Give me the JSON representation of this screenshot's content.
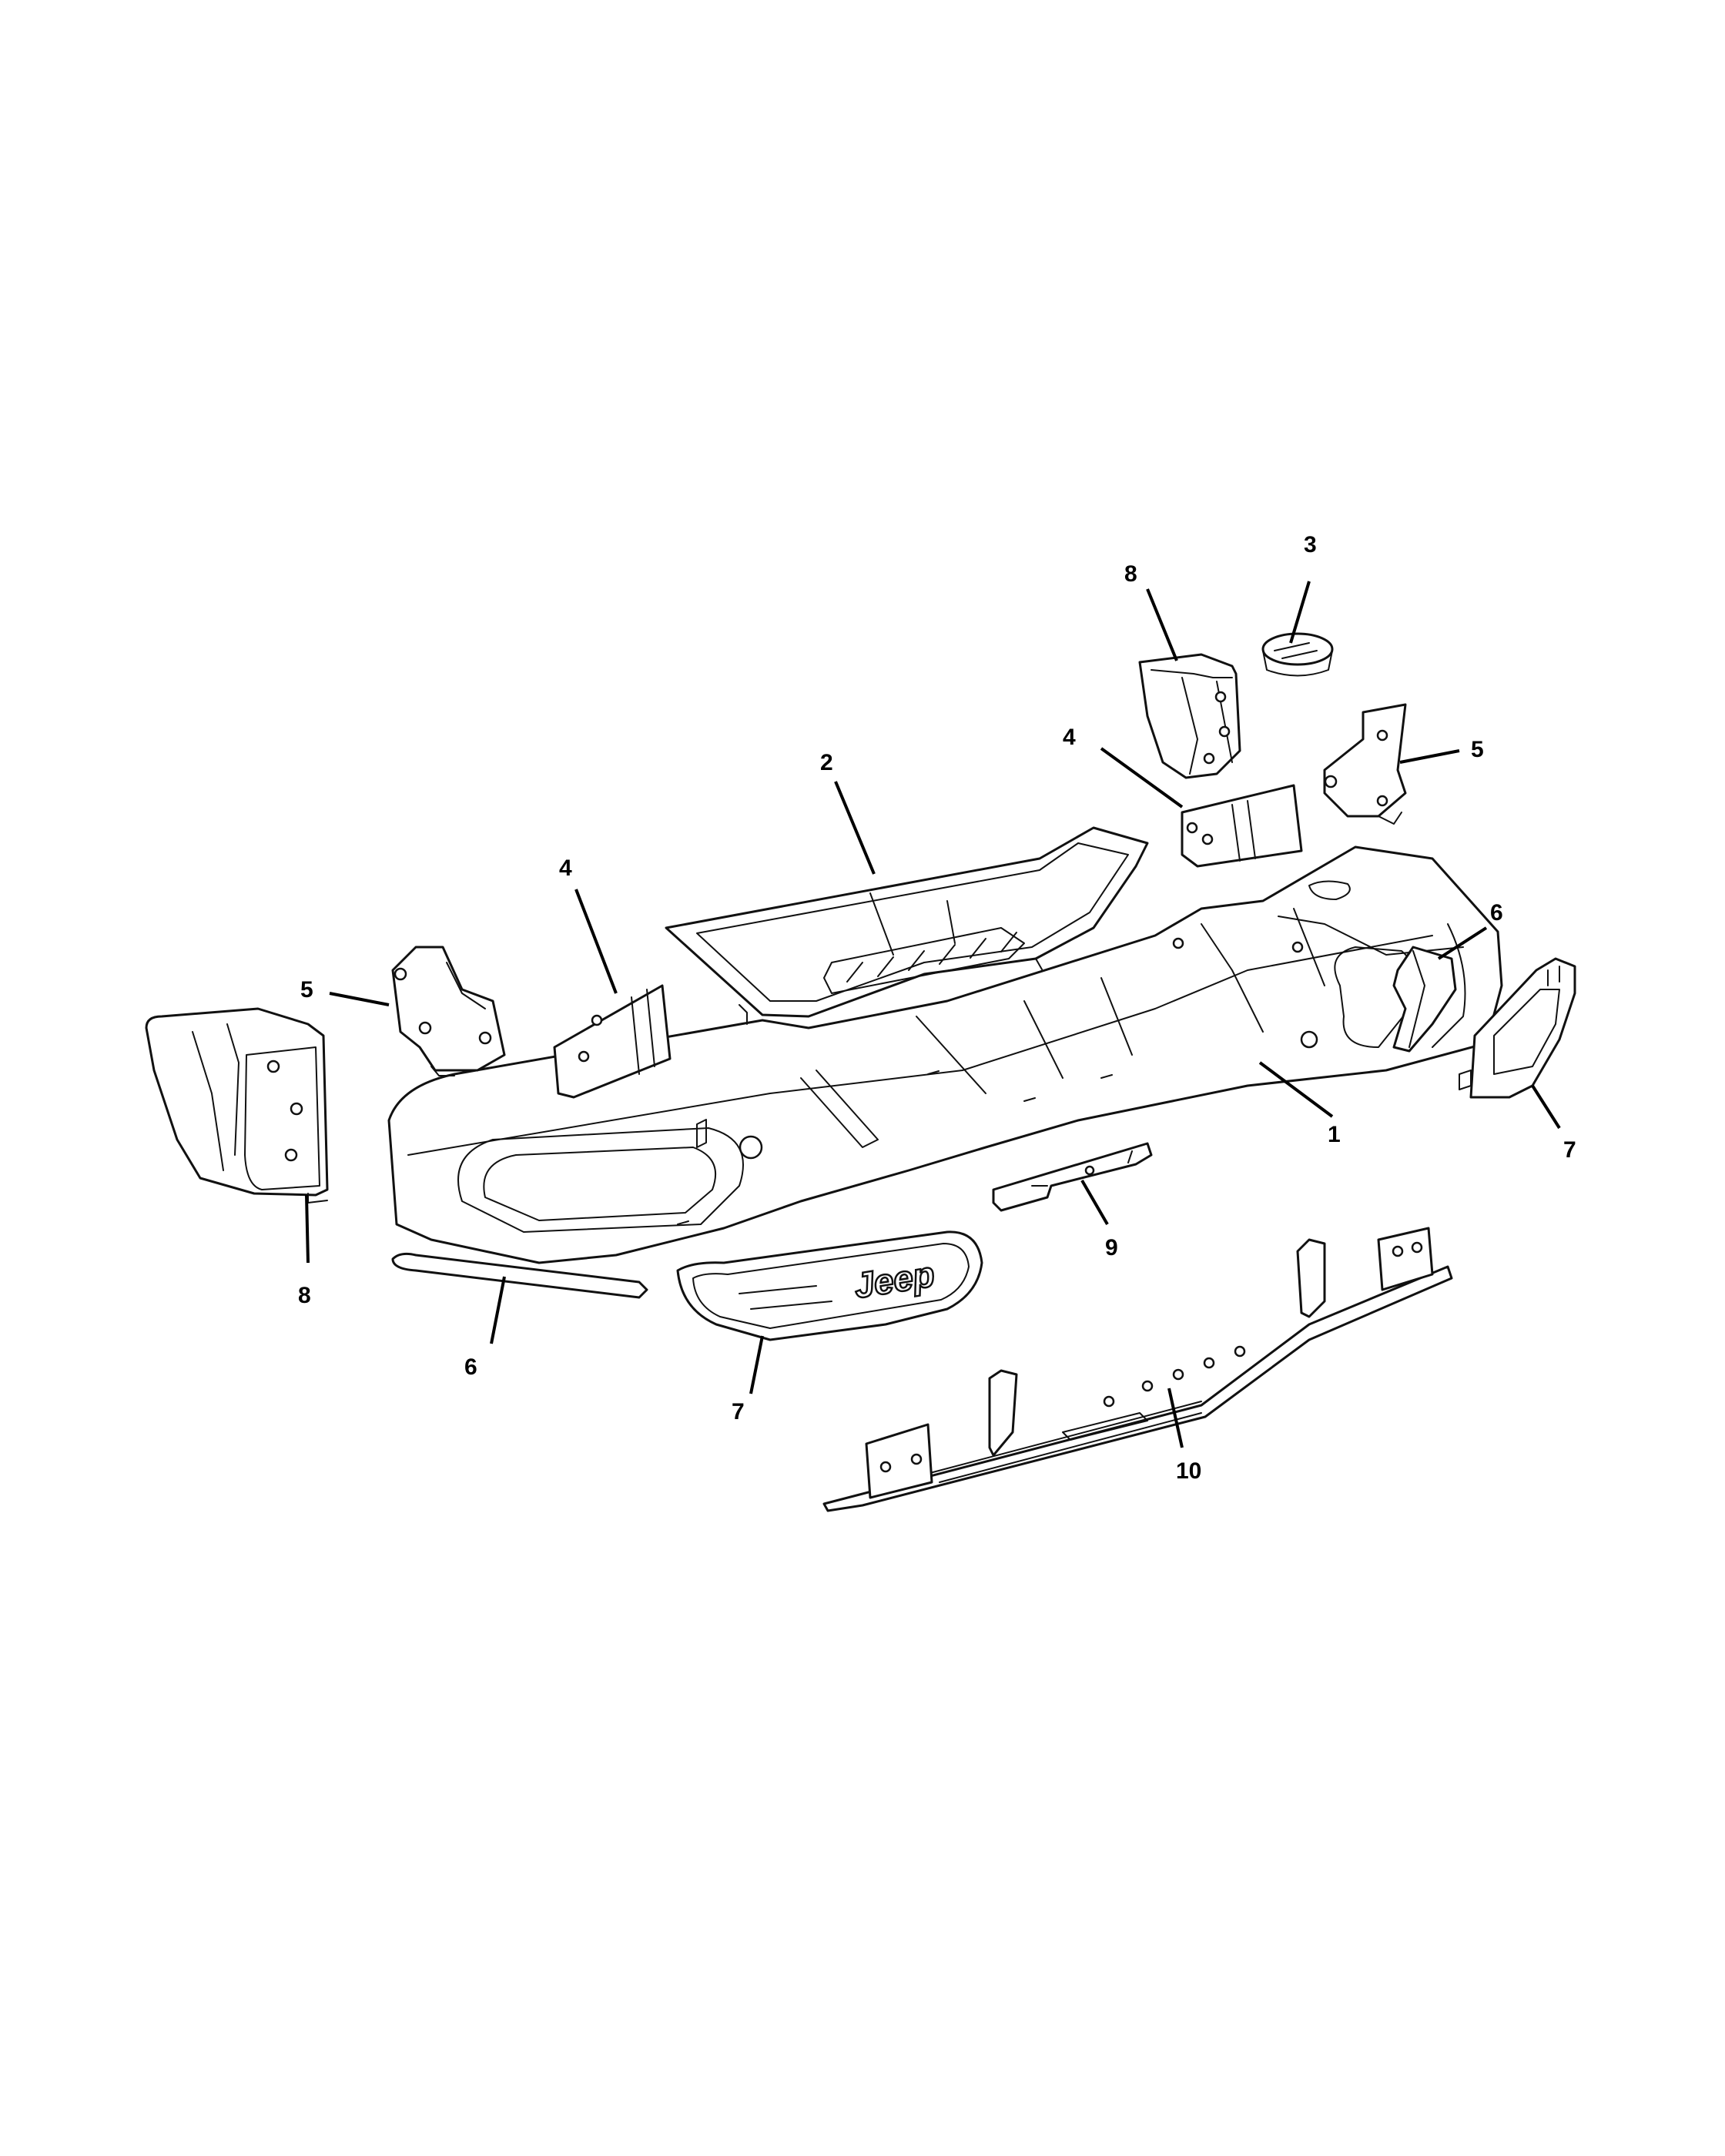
{
  "callouts": [
    {
      "id": "c1",
      "label": "1"
    },
    {
      "id": "c2",
      "label": "2"
    },
    {
      "id": "c3",
      "label": "3"
    },
    {
      "id": "c4a",
      "label": "4"
    },
    {
      "id": "c4b",
      "label": "4"
    },
    {
      "id": "c5a",
      "label": "5"
    },
    {
      "id": "c5b",
      "label": "5"
    },
    {
      "id": "c6a",
      "label": "6"
    },
    {
      "id": "c6b",
      "label": "6"
    },
    {
      "id": "c7a",
      "label": "7"
    },
    {
      "id": "c7b",
      "label": "7"
    },
    {
      "id": "c8a",
      "label": "8"
    },
    {
      "id": "c8b",
      "label": "8"
    },
    {
      "id": "c9",
      "label": "9"
    },
    {
      "id": "c10",
      "label": "10"
    }
  ],
  "logo": {
    "text": "Jeep"
  }
}
